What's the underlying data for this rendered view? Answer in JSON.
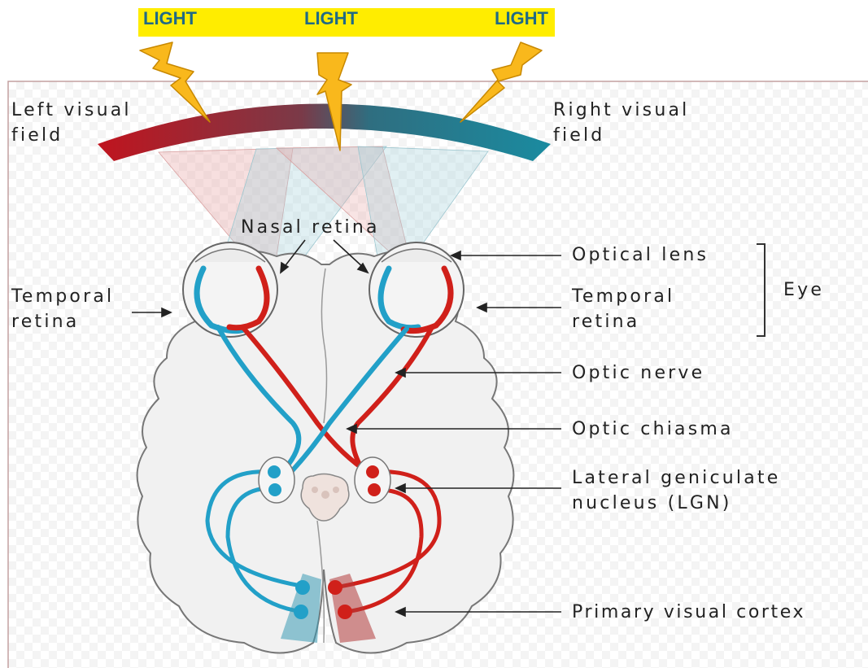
{
  "light_banner": {
    "labels": [
      "LIGHT",
      "LIGHT",
      "LIGHT"
    ],
    "color": "#ffed00"
  },
  "visual_field": {
    "left_label": [
      "Left visual",
      "field"
    ],
    "right_label": [
      "Right visual",
      "field"
    ],
    "left_color": "#c0141e",
    "right_color": "#1a8ba0"
  },
  "labels": {
    "nasal_retina": "Nasal retina",
    "temporal_retina_left": [
      "Temporal",
      "retina"
    ],
    "optical_lens": "Optical lens",
    "temporal_retina_right": [
      "Temporal",
      "retina"
    ],
    "eye": "Eye",
    "optic_nerve": "Optic nerve",
    "optic_chiasma": "Optic chiasma",
    "lgn": [
      "Lateral geniculate",
      "nucleus (LGN)"
    ],
    "primary_visual_cortex": "Primary visual cortex"
  },
  "pathway_colors": {
    "left_field": "#d0201a",
    "right_field": "#22a0c8",
    "brain_fill": "#f1f1f1",
    "brain_outline": "#777777"
  }
}
